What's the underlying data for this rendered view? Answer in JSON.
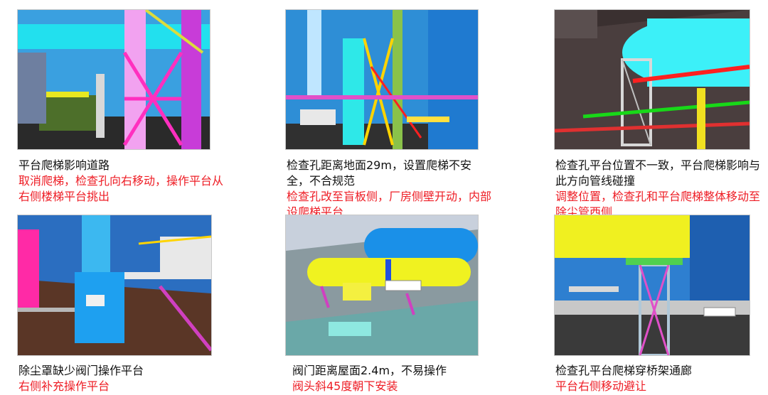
{
  "colors": {
    "caption": "#111111",
    "highlight": "#ee1c24"
  },
  "items": [
    {
      "problem": "平台爬梯影响道路",
      "solution": "取消爬梯，检查孔向右移动，操作平台从右侧楼梯平台挑出"
    },
    {
      "problem": "检查孔距离地面29m，设置爬梯不安全，不合规范",
      "solution": "检查孔改至盲板侧，厂房侧壁开动，内部设爬梯平台"
    },
    {
      "problem": "检查孔平台位置不一致，平台爬梯影响与此方向管线碰撞",
      "solution": "调整位置，检查孔和平台爬梯整体移动至除尘管西侧"
    },
    {
      "problem": "除尘罩缺少阀门操作平台",
      "solution": "右侧补充操作平台"
    },
    {
      "problem": "阀门距离屋面2.4m，不易操作",
      "solution": "阀头斜45度朝下安装"
    },
    {
      "problem": "检查孔平台爬梯穿桥架通廊",
      "solution": "平台右侧移动避让"
    }
  ]
}
